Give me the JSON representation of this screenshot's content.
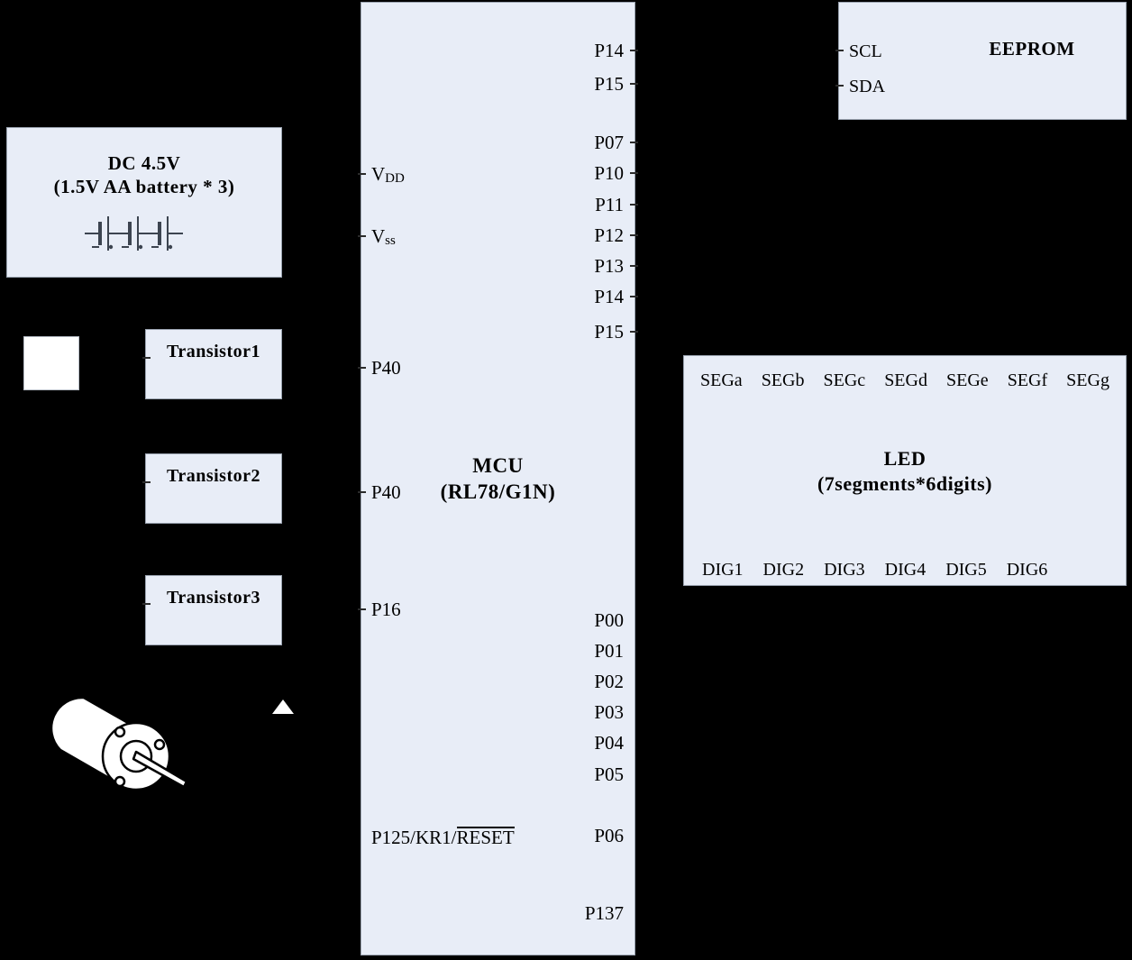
{
  "diagram": {
    "title": "MCU peripheral connection block diagram",
    "background_color": "#000000",
    "block_fill_color": "#e8edf7",
    "block_border_color": "#9aa3b0"
  },
  "mcu": {
    "name": "MCU",
    "part": "(RL78/G1N)",
    "left_pins": [
      {
        "label": "VDD",
        "base": "V",
        "sub": "DD"
      },
      {
        "label": "Vss",
        "base": "V",
        "sub": "ss"
      },
      {
        "label": "P40"
      },
      {
        "label": "P40"
      },
      {
        "label": "P16"
      },
      {
        "label": "P125/KR1/RESET",
        "prefix": "P125/KR1/",
        "overlined": "RESET"
      }
    ],
    "right_pins": [
      {
        "label": "P14"
      },
      {
        "label": "P15"
      },
      {
        "label": "P07"
      },
      {
        "label": "P10"
      },
      {
        "label": "P11"
      },
      {
        "label": "P12"
      },
      {
        "label": "P13"
      },
      {
        "label": "P14"
      },
      {
        "label": "P15"
      },
      {
        "label": "P00"
      },
      {
        "label": "P01"
      },
      {
        "label": "P02"
      },
      {
        "label": "P03"
      },
      {
        "label": "P04"
      },
      {
        "label": "P05"
      },
      {
        "label": "P06"
      },
      {
        "label": "P137"
      }
    ]
  },
  "battery": {
    "title_line1": "DC 4.5V",
    "title_line2": "(1.5V AA battery * 3)",
    "symbol": "battery-3-cell-series"
  },
  "transistors": [
    {
      "label": "Transistor1"
    },
    {
      "label": "Transistor2"
    },
    {
      "label": "Transistor3"
    }
  ],
  "eeprom": {
    "title": "EEPROM",
    "pins": [
      {
        "label": "SCL"
      },
      {
        "label": "SDA"
      }
    ]
  },
  "led": {
    "title_line1": "LED",
    "title_line2": "(7segments*6digits)",
    "segment_pins": [
      "SEGa",
      "SEGb",
      "SEGc",
      "SEGd",
      "SEGe",
      "SEGf",
      "SEGg"
    ],
    "digit_pins": [
      "DIG1",
      "DIG2",
      "DIG3",
      "DIG4",
      "DIG5",
      "DIG6"
    ]
  },
  "motor": {
    "name": "dc-motor"
  }
}
